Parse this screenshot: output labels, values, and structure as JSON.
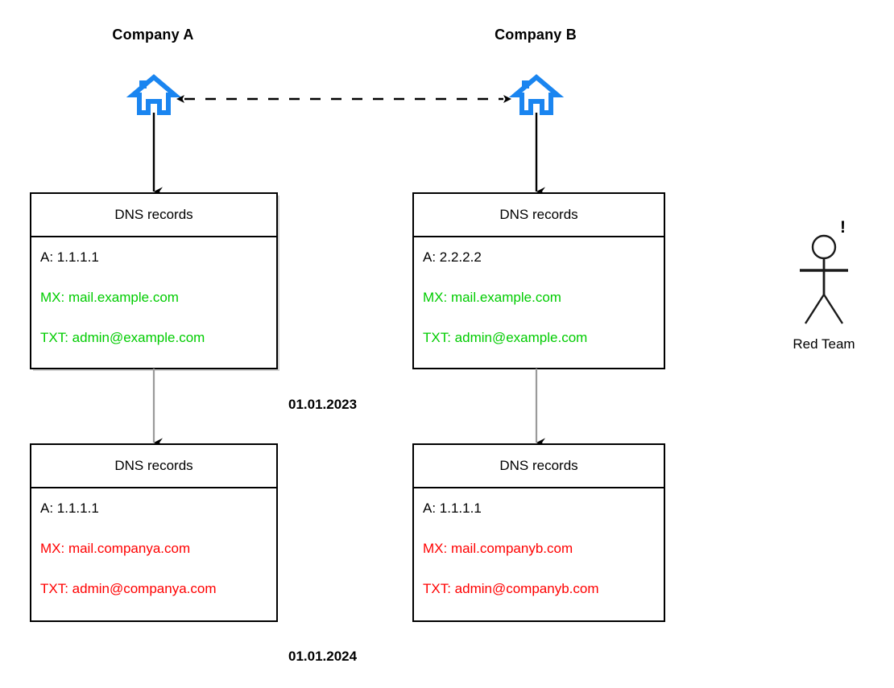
{
  "diagram": {
    "title_company_a": "Company A",
    "title_company_b": "Company B",
    "box_header": "DNS records",
    "dates": {
      "before": "01.01.2023",
      "after": "01.01.2024"
    },
    "actor": {
      "label": "Red Team",
      "alert": "!"
    },
    "colors": {
      "house_blue": "#1A85F0",
      "record_ok_green": "#00CC00",
      "record_bad_red": "#FF0000",
      "stroke_black": "#000000",
      "arrow_grey": "#9A9A9A",
      "background": "#FFFFFF"
    },
    "columns": [
      {
        "id": "company-a",
        "title": "Company A",
        "before": {
          "header": "DNS records",
          "records": [
            {
              "text": "A: 1.1.1.1",
              "color": "black"
            },
            {
              "text": "MX: mail.example.com",
              "color": "green"
            },
            {
              "text": "TXT: admin@example.com",
              "color": "green"
            }
          ]
        },
        "after": {
          "header": "DNS records",
          "records": [
            {
              "text": "A: 1.1.1.1",
              "color": "black"
            },
            {
              "text": "MX: mail.companya.com",
              "color": "red"
            },
            {
              "text": "TXT: admin@companya.com",
              "color": "red"
            }
          ]
        }
      },
      {
        "id": "company-b",
        "title": "Company B",
        "before": {
          "header": "DNS records",
          "records": [
            {
              "text": "A: 2.2.2.2",
              "color": "black"
            },
            {
              "text": "MX: mail.example.com",
              "color": "green"
            },
            {
              "text": "TXT: admin@example.com",
              "color": "green"
            }
          ]
        },
        "after": {
          "header": "DNS records",
          "records": [
            {
              "text": "A: 1.1.1.1",
              "color": "black"
            },
            {
              "text": "MX: mail.companyb.com",
              "color": "red"
            },
            {
              "text": "TXT: admin@companyb.com",
              "color": "red"
            }
          ]
        }
      }
    ],
    "connectors": {
      "peer_link": "bidirectional-dashed",
      "house_to_box": "solid-arrow-down",
      "box_to_box": "arrow-down"
    }
  }
}
